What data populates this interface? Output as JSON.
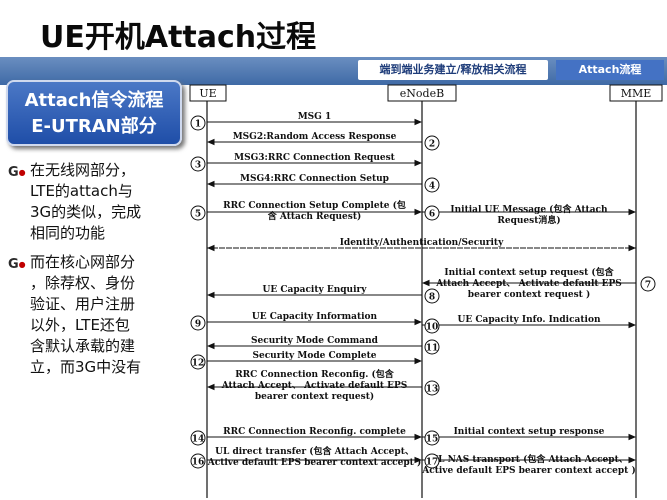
{
  "title": "UE开机Attach过程",
  "tabs": [
    "端到端业务建立/释放相关流程",
    "Attach流程"
  ],
  "sidebox": {
    "line1": "Attach信令流程",
    "line2": "E-UTRAN部分"
  },
  "bullets": [
    [
      "在无线网部分，",
      "LTE的attach与",
      "3G的类似，完成",
      "相同的功能"
    ],
    [
      "而在核心网部分",
      "，除荐权、身份",
      "验证、用户注册",
      "以外，LTE还包",
      "含默认承载的建",
      "立，而3G中没有"
    ]
  ],
  "entities": [
    "UE",
    "eNodeB",
    "MME"
  ],
  "messages": [
    {
      "num": "1",
      "lines": [
        "MSG 1"
      ],
      "from": "UE",
      "to": "eNodeB"
    },
    {
      "num": "2",
      "lines": [
        "MSG2:Random Access Response"
      ],
      "from": "eNodeB",
      "to": "UE"
    },
    {
      "num": "3",
      "lines": [
        "MSG3:RRC Connection Request"
      ],
      "from": "UE",
      "to": "eNodeB"
    },
    {
      "num": "4",
      "lines": [
        "MSG4:RRC Connection Setup"
      ],
      "from": "eNodeB",
      "to": "UE"
    },
    {
      "num": "5",
      "lines": [
        "RRC Connection Setup Complete (包",
        "含 Attach Request)"
      ],
      "from": "UE",
      "to": "eNodeB"
    },
    {
      "num": "6",
      "lines": [
        "Initial UE Message (包含 Attach",
        "Request消息)"
      ],
      "from": "eNodeB",
      "to": "MME"
    },
    {
      "num": "",
      "lines": [
        "Identity/Authentication/Security"
      ],
      "from": "UE",
      "to": "MME",
      "dashed": true
    },
    {
      "num": "7",
      "lines": [
        "Initial context setup request (包含",
        "Attach Accept、 Activate default EPS",
        "bearer context request )"
      ],
      "from": "MME",
      "to": "eNodeB"
    },
    {
      "num": "8",
      "lines": [
        "UE Capacity Enquiry"
      ],
      "from": "eNodeB",
      "to": "UE"
    },
    {
      "num": "9",
      "lines": [
        "UE Capacity Information"
      ],
      "from": "UE",
      "to": "eNodeB"
    },
    {
      "num": "10",
      "lines": [
        "UE Capacity Info. Indication"
      ],
      "from": "eNodeB",
      "to": "MME"
    },
    {
      "num": "11",
      "lines": [
        "Security Mode Command"
      ],
      "from": "eNodeB",
      "to": "UE"
    },
    {
      "num": "12",
      "lines": [
        "Security Mode Complete"
      ],
      "from": "UE",
      "to": "eNodeB"
    },
    {
      "num": "13",
      "lines": [
        "RRC Connection Reconfig. (包含",
        "Attach Accept、 Activate default EPS",
        "bearer context request)"
      ],
      "from": "eNodeB",
      "to": "UE"
    },
    {
      "num": "14",
      "lines": [
        "RRC Connection Reconfig. complete"
      ],
      "from": "UE",
      "to": "eNodeB"
    },
    {
      "num": "15",
      "lines": [
        "Initial context setup response"
      ],
      "from": "eNodeB",
      "to": "MME"
    },
    {
      "num": "16",
      "lines": [
        "UL direct transfer (包含 Attach Accept、",
        "Active default EPS bearer context accept )"
      ],
      "from": "UE",
      "to": "eNodeB"
    },
    {
      "num": "17",
      "lines": [
        "UL NAS transport (包含 Attach Accept、",
        "Active default EPS bearer context accept )"
      ],
      "from": "eNodeB",
      "to": "MME"
    }
  ]
}
